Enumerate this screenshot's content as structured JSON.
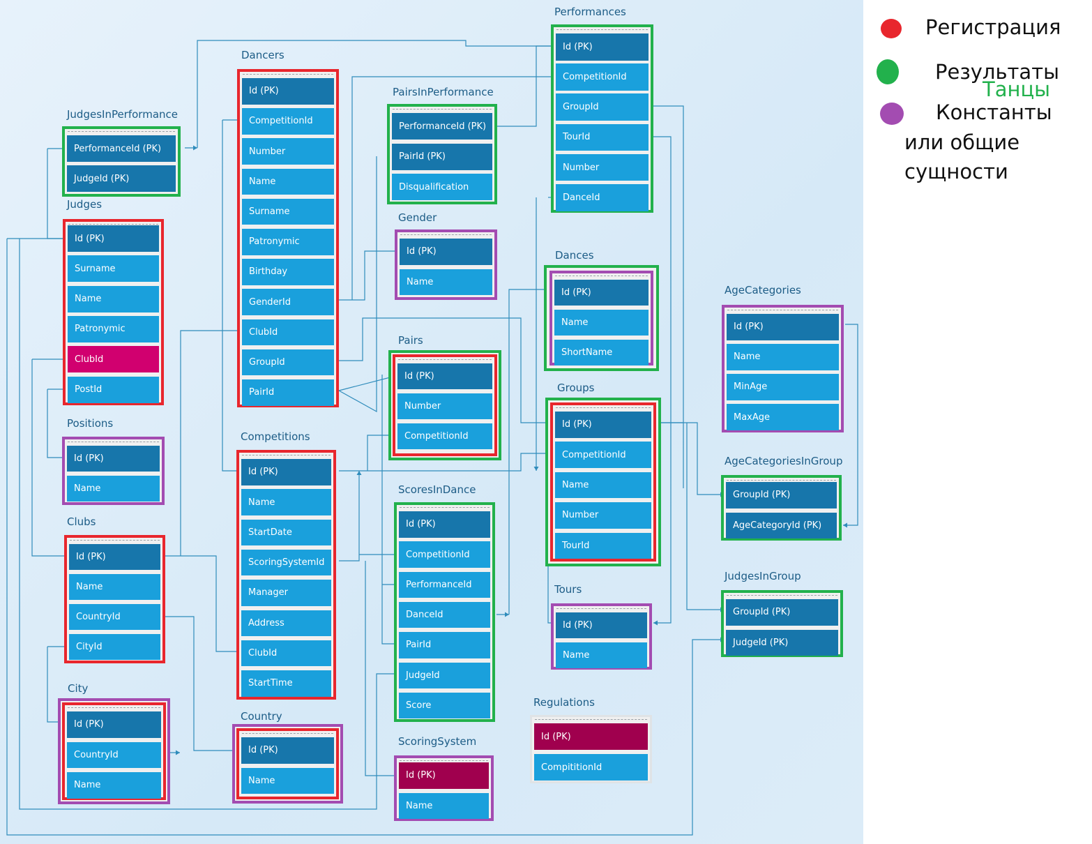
{
  "legend": {
    "registration": "Регистрация",
    "results": "Результаты",
    "dances": "Танцы",
    "constants_line1": "Константы",
    "constants_line2": "или общие",
    "constants_line3": "сущности",
    "colors": {
      "registration": "#e8262d",
      "results": "#22b14c",
      "constants": "#a34cb1",
      "dances_text": "#22b14c"
    }
  },
  "entities": [
    {
      "id": "performances",
      "title": "Performances",
      "group": "results",
      "fields": [
        {
          "name": "Id",
          "pk": true
        },
        {
          "name": "CompetitionId"
        },
        {
          "name": "GroupId"
        },
        {
          "name": "TourId"
        },
        {
          "name": "Number"
        },
        {
          "name": "DanceId"
        }
      ]
    },
    {
      "id": "dancers",
      "title": "Dancers",
      "group": "registration",
      "fields": [
        {
          "name": "Id",
          "pk": true
        },
        {
          "name": "CompetitionId"
        },
        {
          "name": "Number"
        },
        {
          "name": "Name"
        },
        {
          "name": "Surname"
        },
        {
          "name": "Patronymic"
        },
        {
          "name": "Birthday"
        },
        {
          "name": "GenderId"
        },
        {
          "name": "ClubId"
        },
        {
          "name": "GroupId"
        },
        {
          "name": "PairId"
        }
      ]
    },
    {
      "id": "pairs-in-performance",
      "title": "PairsInPerformance",
      "group": "results",
      "fields": [
        {
          "name": "PerformanceId",
          "pk": true
        },
        {
          "name": "PairId",
          "pk": true
        },
        {
          "name": "Disqualification"
        }
      ]
    },
    {
      "id": "judges-in-performance",
      "title": "JudgesInPerformance",
      "group": "results",
      "fields": [
        {
          "name": "PerformanceId",
          "pk": true
        },
        {
          "name": "JudgeId",
          "pk": true
        }
      ]
    },
    {
      "id": "judges",
      "title": "Judges",
      "group": "registration",
      "fields": [
        {
          "name": "Id",
          "pk": true
        },
        {
          "name": "Surname"
        },
        {
          "name": "Name"
        },
        {
          "name": "Patronymic"
        },
        {
          "name": "ClubId",
          "accent": "magenta"
        },
        {
          "name": "PostId"
        }
      ]
    },
    {
      "id": "gender",
      "title": "Gender",
      "group": "constants",
      "fields": [
        {
          "name": "Id",
          "pk": true
        },
        {
          "name": "Name"
        }
      ]
    },
    {
      "id": "dances",
      "title": "Dances",
      "group": "constants",
      "fields": [
        {
          "name": "Id",
          "pk": true
        },
        {
          "name": "Name"
        },
        {
          "name": "ShortName"
        }
      ]
    },
    {
      "id": "age-categories",
      "title": "AgeCategories",
      "group": "constants",
      "fields": [
        {
          "name": "Id",
          "pk": true
        },
        {
          "name": "Name"
        },
        {
          "name": "MinAge"
        },
        {
          "name": "MaxAge"
        }
      ]
    },
    {
      "id": "pairs",
      "title": "Pairs",
      "group": "registration-results",
      "fields": [
        {
          "name": "Id",
          "pk": true
        },
        {
          "name": "Number"
        },
        {
          "name": "CompetitionId"
        }
      ]
    },
    {
      "id": "groups",
      "title": "Groups",
      "group": "registration-results",
      "fields": [
        {
          "name": "Id",
          "pk": true
        },
        {
          "name": "CompetitionId"
        },
        {
          "name": "Name"
        },
        {
          "name": "Number"
        },
        {
          "name": "TourId"
        }
      ]
    },
    {
      "id": "positions",
      "title": "Positions",
      "group": "constants",
      "fields": [
        {
          "name": "Id",
          "pk": true
        },
        {
          "name": "Name"
        }
      ]
    },
    {
      "id": "competitions",
      "title": "Competitions",
      "group": "registration",
      "fields": [
        {
          "name": "Id",
          "pk": true
        },
        {
          "name": "Name"
        },
        {
          "name": "StartDate"
        },
        {
          "name": "ScoringSystemId"
        },
        {
          "name": "Manager"
        },
        {
          "name": "Address"
        },
        {
          "name": "ClubId"
        },
        {
          "name": "StartTime"
        }
      ]
    },
    {
      "id": "age-categories-in-group",
      "title": "AgeCategoriesInGroup",
      "group": "results",
      "fields": [
        {
          "name": "GroupId",
          "pk": true
        },
        {
          "name": "AgeCategoryId",
          "pk": true
        }
      ]
    },
    {
      "id": "scores-in-dance",
      "title": "ScoresInDance",
      "group": "results",
      "fields": [
        {
          "name": "Id",
          "pk": true
        },
        {
          "name": "CompetitionId"
        },
        {
          "name": "PerformanceId"
        },
        {
          "name": "DanceId"
        },
        {
          "name": "PairId"
        },
        {
          "name": "JudgeId"
        },
        {
          "name": "Score"
        }
      ]
    },
    {
      "id": "clubs",
      "title": "Clubs",
      "group": "registration",
      "fields": [
        {
          "name": "Id",
          "pk": true
        },
        {
          "name": "Name"
        },
        {
          "name": "CountryId"
        },
        {
          "name": "CityId"
        }
      ]
    },
    {
      "id": "tours",
      "title": "Tours",
      "group": "constants",
      "fields": [
        {
          "name": "Id",
          "pk": true
        },
        {
          "name": "Name"
        }
      ]
    },
    {
      "id": "judges-in-group",
      "title": "JudgesInGroup",
      "group": "results",
      "fields": [
        {
          "name": "GroupId",
          "pk": true
        },
        {
          "name": "JudgeId",
          "pk": true
        }
      ]
    },
    {
      "id": "city",
      "title": "City",
      "group": "constants-registration",
      "fields": [
        {
          "name": "Id",
          "pk": true
        },
        {
          "name": "CountryId"
        },
        {
          "name": "Name"
        }
      ]
    },
    {
      "id": "country",
      "title": "Country",
      "group": "constants-registration",
      "fields": [
        {
          "name": "Id",
          "pk": true
        },
        {
          "name": "Name"
        }
      ]
    },
    {
      "id": "regulations",
      "title": "Regulations",
      "group": "none",
      "fields": [
        {
          "name": "Id",
          "pk": true,
          "accent": "wine"
        },
        {
          "name": "CompititionId"
        }
      ]
    },
    {
      "id": "scoring-system",
      "title": "ScoringSystem",
      "group": "constants",
      "fields": [
        {
          "name": "Id",
          "pk": true,
          "accent": "wine"
        },
        {
          "name": "Name"
        }
      ]
    }
  ]
}
